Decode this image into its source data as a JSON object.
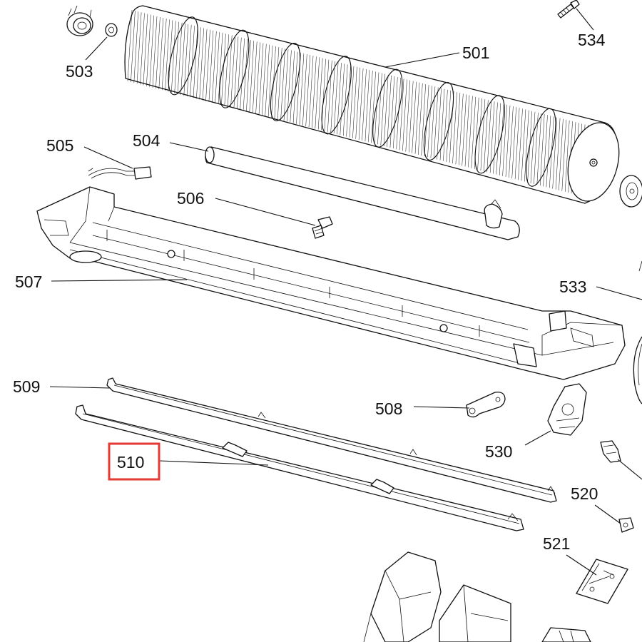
{
  "colors": {
    "line": "#111111",
    "background": "#ffffff",
    "highlight": "#e53935"
  },
  "highlighted_part": "510",
  "callouts": {
    "p501": "501",
    "p503": "503",
    "p504": "504",
    "p505": "505",
    "p506": "506",
    "p507": "507",
    "p508": "508",
    "p509": "509",
    "p510": "510",
    "p520": "520",
    "p521": "521",
    "p530": "530",
    "p533": "533",
    "p534": "534"
  }
}
